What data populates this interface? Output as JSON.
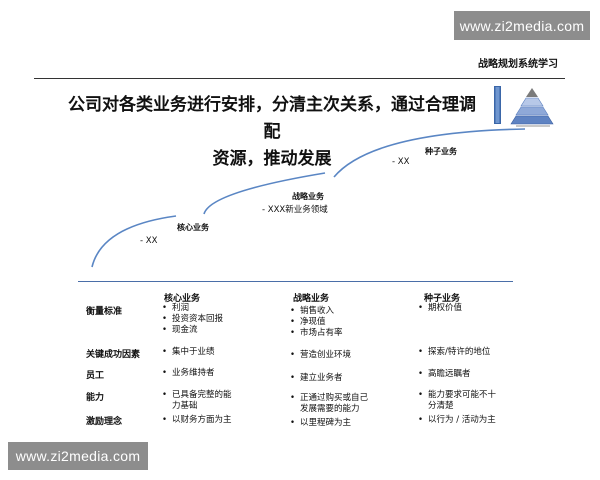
{
  "watermark": "www.zi2media.com",
  "header": {
    "title": "战略规划系统学习"
  },
  "slide": {
    "title_line1": "公司对各类业务进行安排，分清主次关系，通过合理调配",
    "title_line2": "资源，推动发展"
  },
  "stages": {
    "core": {
      "label": "核心业务",
      "sub": "- XX"
    },
    "strategic": {
      "label": "战略业务",
      "sub": "- XXX新业务领域"
    },
    "seed": {
      "label": "种子业务",
      "sub": "- XX"
    }
  },
  "table": {
    "columns": [
      "核心业务",
      "战略业务",
      "种子业务"
    ],
    "rows": [
      {
        "label": "衡量标准",
        "core": [
          "利润",
          "投资资本回报",
          "现金流"
        ],
        "strategic": [
          "销售收入",
          "净现值",
          "市场占有率"
        ],
        "seed": [
          "期权价值"
        ]
      },
      {
        "label": "关键成功因素",
        "core": [
          "集中于业绩"
        ],
        "strategic": [
          "营造创业环境"
        ],
        "seed": [
          "探索/特许的地位"
        ]
      },
      {
        "label": "员工",
        "core": [
          "业务维持者"
        ],
        "strategic": [
          "建立业务者"
        ],
        "seed": [
          "高瞻远瞩者"
        ]
      },
      {
        "label": "能力",
        "core": [
          "已具备完整的能",
          "力基础"
        ],
        "strategic": [
          "正通过购买或自己",
          "发展需要的能力"
        ],
        "seed": [
          "能力要求可能不十",
          "分清楚"
        ]
      },
      {
        "label": "激励理念",
        "core": [
          "以财务方面为主"
        ],
        "strategic": [
          "以里程碑为主"
        ],
        "seed": [
          "以行为 / 活动为主"
        ]
      }
    ]
  },
  "bullet": "•"
}
